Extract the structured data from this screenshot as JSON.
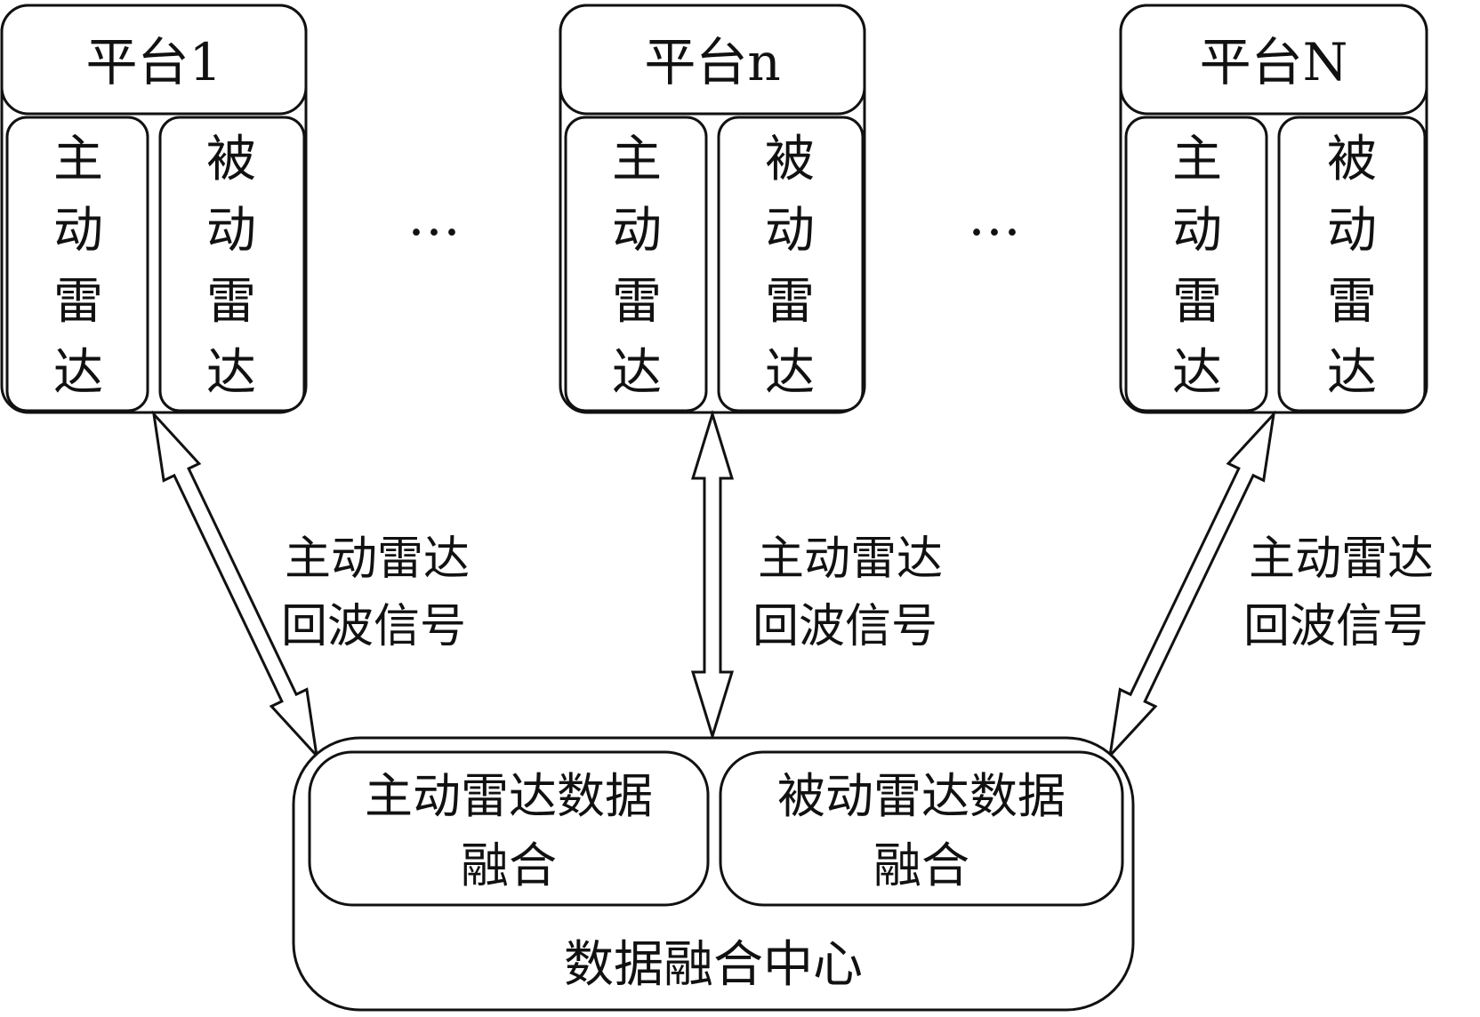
{
  "platforms": [
    {
      "title": "平台1",
      "active": [
        "主",
        "动",
        "雷",
        "达"
      ],
      "passive": [
        "被",
        "动",
        "雷",
        "达"
      ]
    },
    {
      "title": "平台n",
      "active": [
        "主",
        "动",
        "雷",
        "达"
      ],
      "passive": [
        "被",
        "动",
        "雷",
        "达"
      ]
    },
    {
      "title": "平台N",
      "active": [
        "主",
        "动",
        "雷",
        "达"
      ],
      "passive": [
        "被",
        "动",
        "雷",
        "达"
      ]
    }
  ],
  "ellipsis": [
    "…",
    "…"
  ],
  "arrow_labels": [
    [
      "主动雷达",
      "回波信号"
    ],
    [
      "主动雷达",
      "回波信号"
    ],
    [
      "主动雷达",
      "回波信号"
    ]
  ],
  "center": {
    "title": "数据融合中心",
    "active_fusion": [
      "主动雷达数据",
      "融合"
    ],
    "passive_fusion": [
      "被动雷达数据",
      "融合"
    ]
  }
}
